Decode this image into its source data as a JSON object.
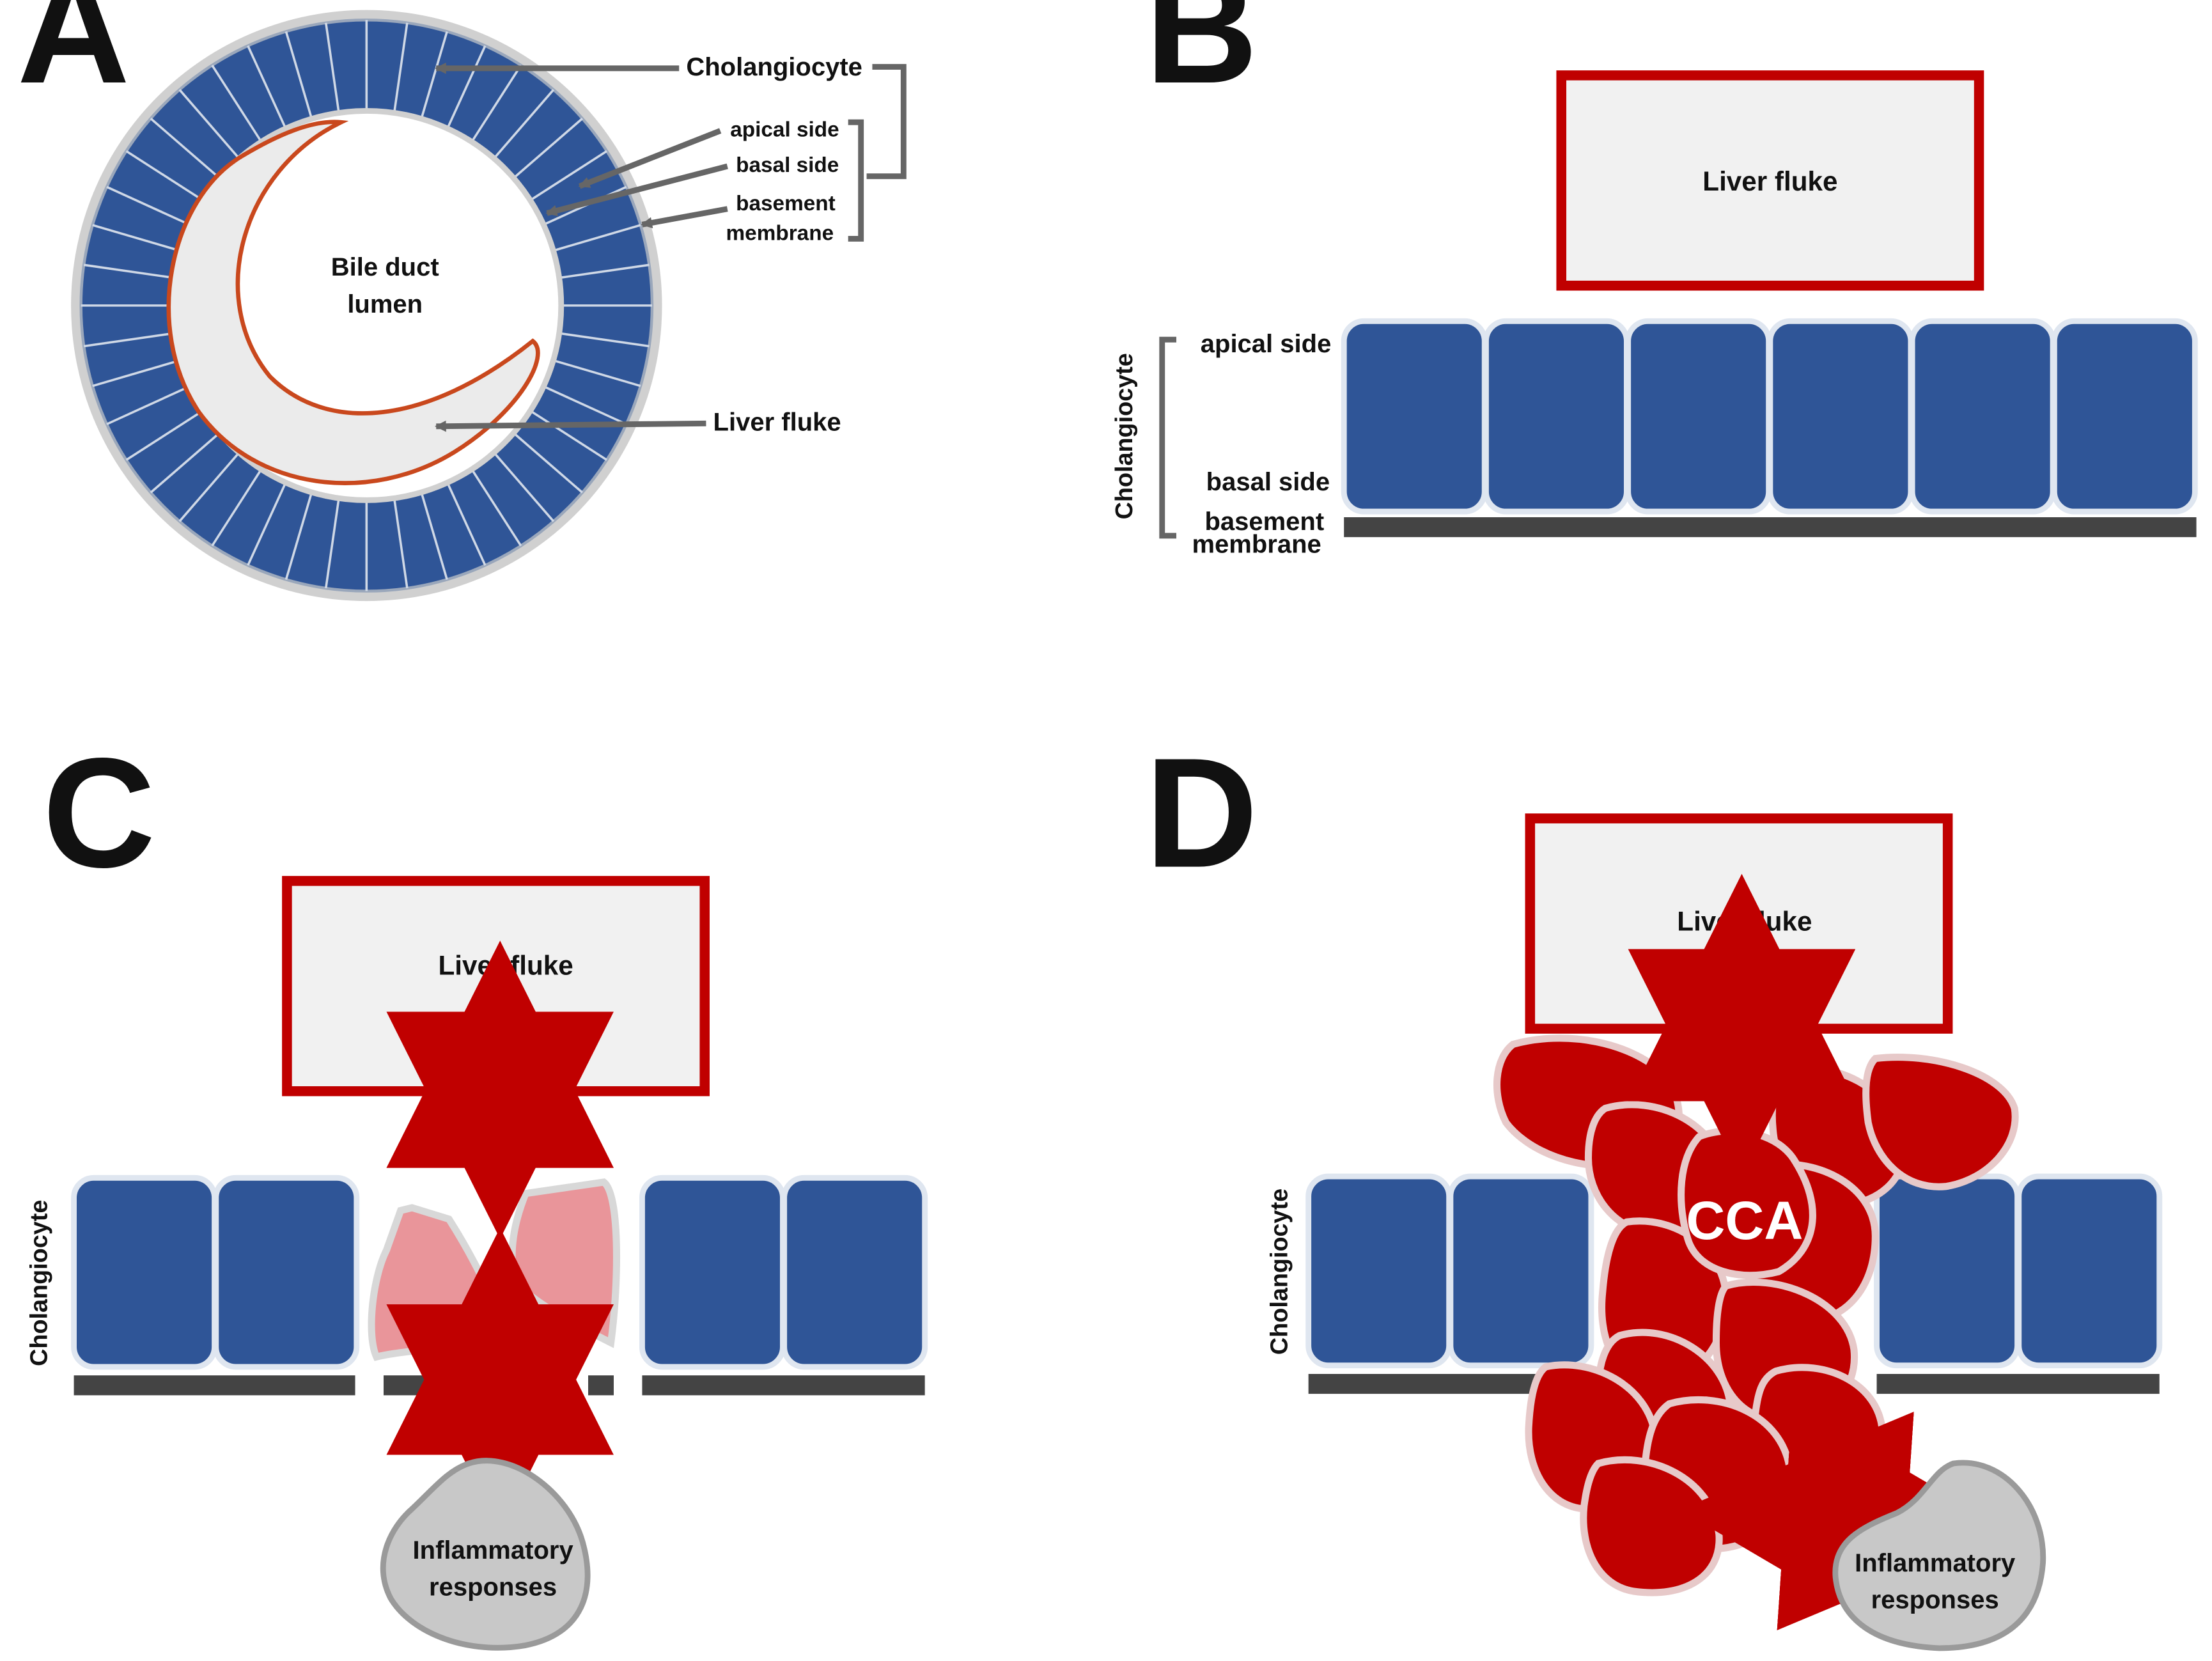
{
  "panels": {
    "a": {
      "letter": "A",
      "cholangiocyte": "Cholangiocyte",
      "apical_side": "apical side",
      "basal_side": "basal side",
      "basement_line1": "basement",
      "basement_line2": "membrane",
      "lumen_line1": "Bile duct",
      "lumen_line2": "lumen",
      "liver_fluke": "Liver fluke"
    },
    "b": {
      "letter": "B",
      "liver_fluke": "Liver fluke",
      "apical_side": "apical side",
      "basal_side": "basal side",
      "basement_line1": "basement",
      "basement_line2": "membrane",
      "cholangiocyte": "Cholangiocyte"
    },
    "c": {
      "letter": "C",
      "liver_fluke": "Liver fluke",
      "cholangiocyte": "Cholangiocyte",
      "inflam_line1": "Inflammatory",
      "inflam_line2": "responses"
    },
    "d": {
      "letter": "D",
      "liver_fluke": "Liver fluke",
      "cholangiocyte": "Cholangiocyte",
      "cca": "CCA",
      "inflam_line1": "Inflammatory",
      "inflam_line2": "responses"
    }
  },
  "colors": {
    "cell_blue": "#2f5597",
    "fluke_border_red": "#c00000",
    "tumor_red": "#c00000",
    "damaged_cell_pink": "#e9959a",
    "inflammation_gray": "#c8c8c8",
    "membrane_gray": "#444444"
  }
}
